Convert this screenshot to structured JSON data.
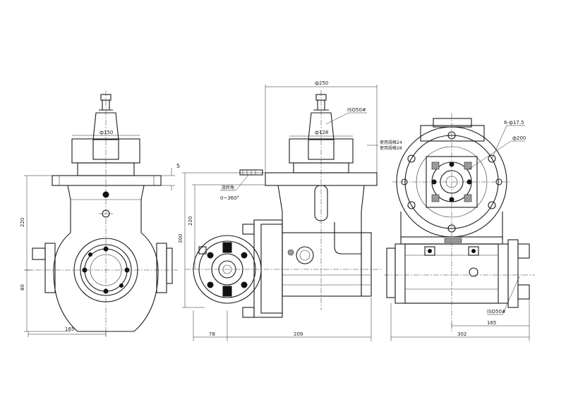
{
  "colors": {
    "line": "#1a1a1a",
    "background": "#ffffff"
  },
  "left_view": {
    "dim_flange_dia": "ф150",
    "dim_offset": "5",
    "dim_height": "220",
    "dim_lower": "80",
    "dim_width": "165"
  },
  "middle_view": {
    "dim_outer_dia": "ф250",
    "dim_spindle_dia": "ф128",
    "tool_label": "ISO50#",
    "rotation_label": "0~360°",
    "rotation_label_cn": "旋转角",
    "dim_height_220": "220",
    "dim_height_300": "300",
    "dim_left": "78",
    "dim_bottom": "209",
    "note_1": "使用规格24",
    "note_2": "使用规格28"
  },
  "right_view": {
    "dim_holes": "6-ф17.5",
    "dim_pcd": "ф200",
    "tool_label": "ISO50#",
    "dim_165": "165",
    "dim_302": "302"
  }
}
